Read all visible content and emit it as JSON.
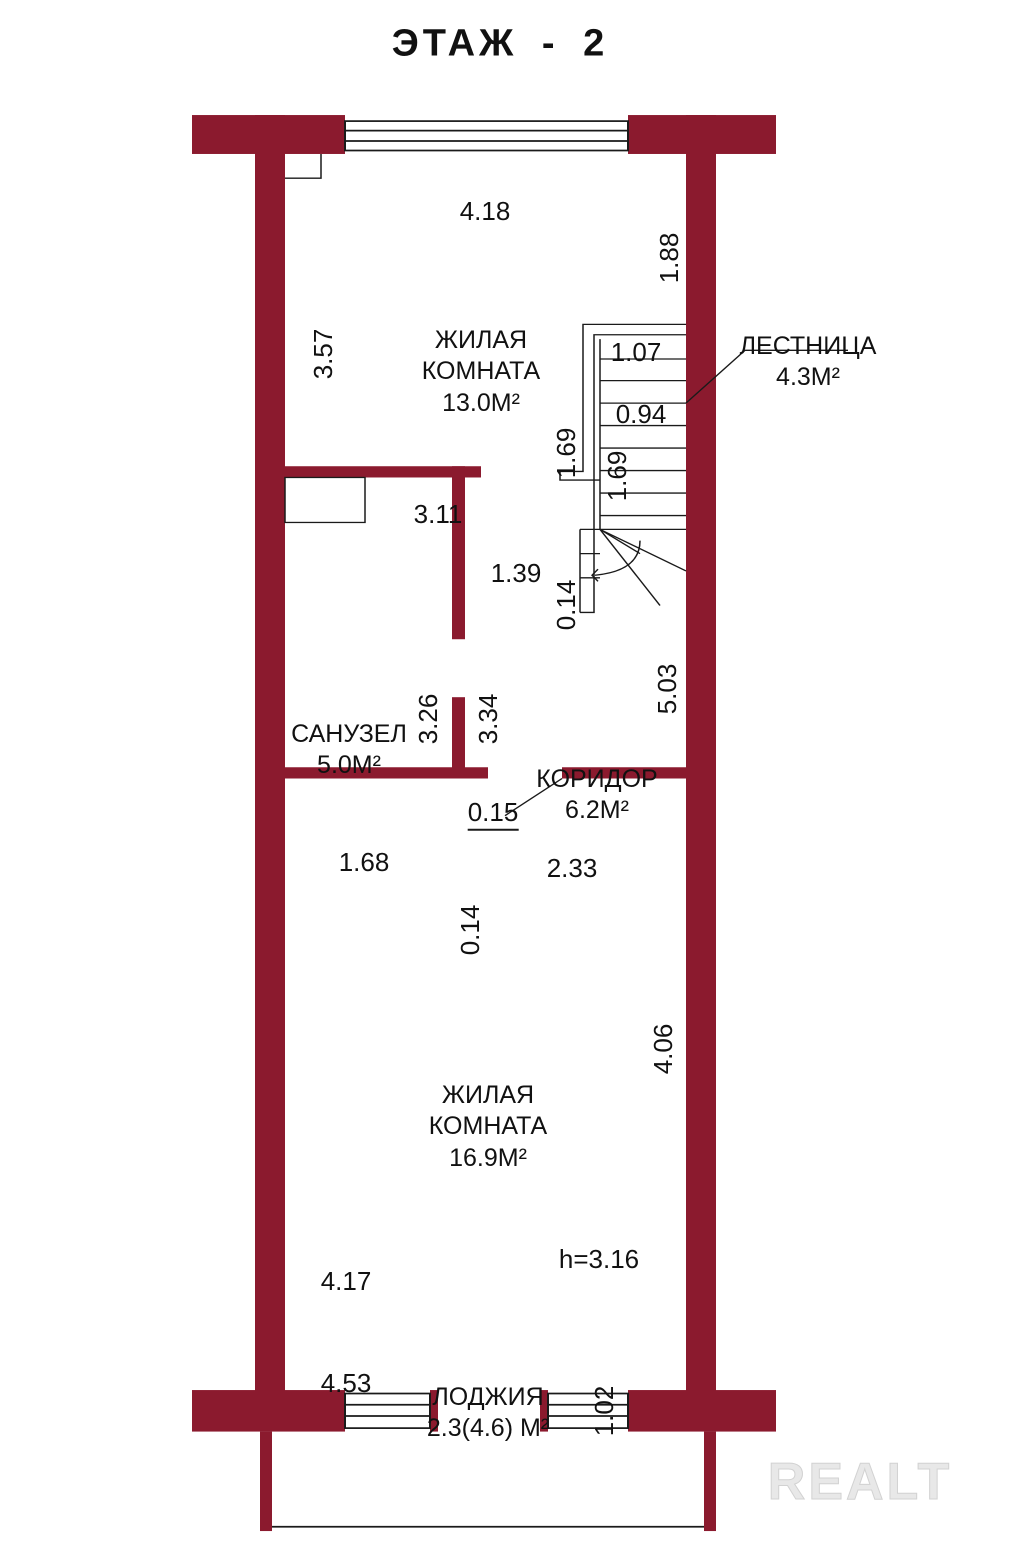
{
  "title": "ЭТАЖ - 2",
  "colors": {
    "wall": "#8b1a2e",
    "line": "#1a1a1a",
    "text": "#111111"
  },
  "rooms": {
    "living_top": {
      "line1": "ЖИЛАЯ",
      "line2": "КОМНАТА",
      "area": "13.0М²"
    },
    "stairs": {
      "line1": "ЛЕСТНИЦА",
      "area": "4.3М²"
    },
    "bathroom": {
      "line1": "САНУЗЕЛ",
      "area": "5.0М²"
    },
    "corridor": {
      "line1": "КОРИДОР",
      "area": "6.2М²"
    },
    "living_bottom": {
      "line1": "ЖИЛАЯ",
      "line2": "КОМНАТА",
      "area": "16.9М²"
    },
    "loggia": {
      "line1": "ЛОДЖИЯ",
      "area": "2.3(4.6) М²"
    }
  },
  "dimensions": {
    "top_width": "4.18",
    "top_right_height": "1.88",
    "top_left_height": "3.57",
    "stair_top_width": "1.07",
    "stair_inner_width": "0.94",
    "stair_left_height": "1.69",
    "stair_inner_height": "1.69",
    "bath_top_width": "3.11",
    "corridor_width": "1.39",
    "stair_gap": "0.14",
    "stair_length": "5.03",
    "bath_height": "3.26",
    "corridor_height": "3.34",
    "wall_stub": "0.15",
    "bath_bottom_width": "1.68",
    "door_stub": "0.14",
    "lower_wall_width": "2.33",
    "bottom_right_height": "4.06",
    "bottom_width": "4.17",
    "ceiling_height": "h=3.16",
    "loggia_width": "4.53",
    "loggia_depth": "1.02"
  },
  "watermark": "REALT"
}
